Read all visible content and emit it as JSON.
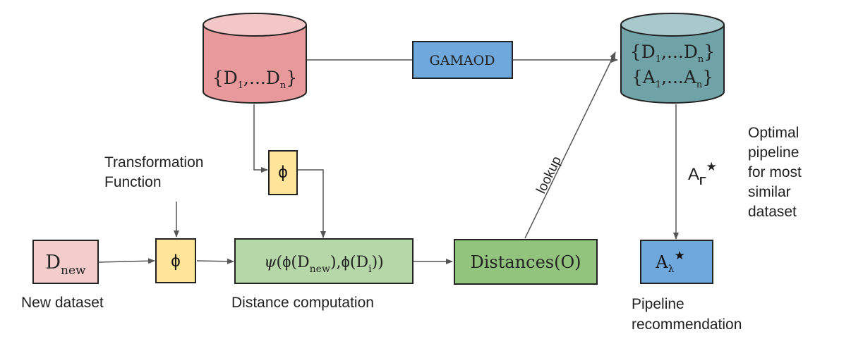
{
  "colors": {
    "db_red_body": "#e8999c",
    "db_red_top": "#f3c6c8",
    "db_teal_body": "#6fa3a8",
    "db_teal_top": "#a8c8cc",
    "box_blue": "#6fa8dc",
    "box_pink": "#f4cccc",
    "box_yellow": "#ffe599",
    "box_lightgreen": "#b6d7a8",
    "box_green": "#93c47d",
    "stroke": "#222222",
    "arrow": "#555555"
  },
  "nodes": {
    "source_db": {
      "line1": {
        "a": "{D",
        "s1": "1",
        "b": ",...D",
        "s2": "n",
        "c": "}"
      }
    },
    "target_db": {
      "line1": {
        "a": "{D",
        "s1": "1",
        "b": ",...D",
        "s2": "n",
        "c": "}"
      },
      "line2": {
        "a": "{A",
        "s1": "1",
        "b": ",...A",
        "s2": "n",
        "c": "}"
      }
    },
    "gamaod": {
      "label": "GAMAOD"
    },
    "phi_top": {
      "label": "ϕ"
    },
    "phi_left": {
      "label": "ϕ"
    },
    "new_dataset_box": {
      "main": "D",
      "sub": "new"
    },
    "distance_box": {
      "psi": "ψ",
      "p1": "(",
      "phi1": "ϕ",
      "p2": "(D",
      "sub1": "new",
      "p3": "),",
      "phi2": "ϕ",
      "p4": "(D",
      "sub2": "i",
      "p5": "))"
    },
    "distances": {
      "label": "Distances(O)"
    },
    "recommend_box": {
      "main": "A",
      "sub": "λ",
      "star": "★"
    }
  },
  "labels": {
    "transformation_line1": "Transformation",
    "transformation_line2": "Function",
    "new_dataset": "New dataset",
    "distance_computation": "Distance computation",
    "pipeline_line1": "Pipeline",
    "pipeline_line2": "recommendation",
    "optimal_line1": "Optimal",
    "optimal_line2": "pipeline",
    "optimal_line3": "for most",
    "optimal_line4": "similar",
    "optimal_line5": "dataset",
    "lookup": "lookup",
    "a_gamma": {
      "main": "A",
      "sub": "Γ",
      "star": "★"
    }
  }
}
